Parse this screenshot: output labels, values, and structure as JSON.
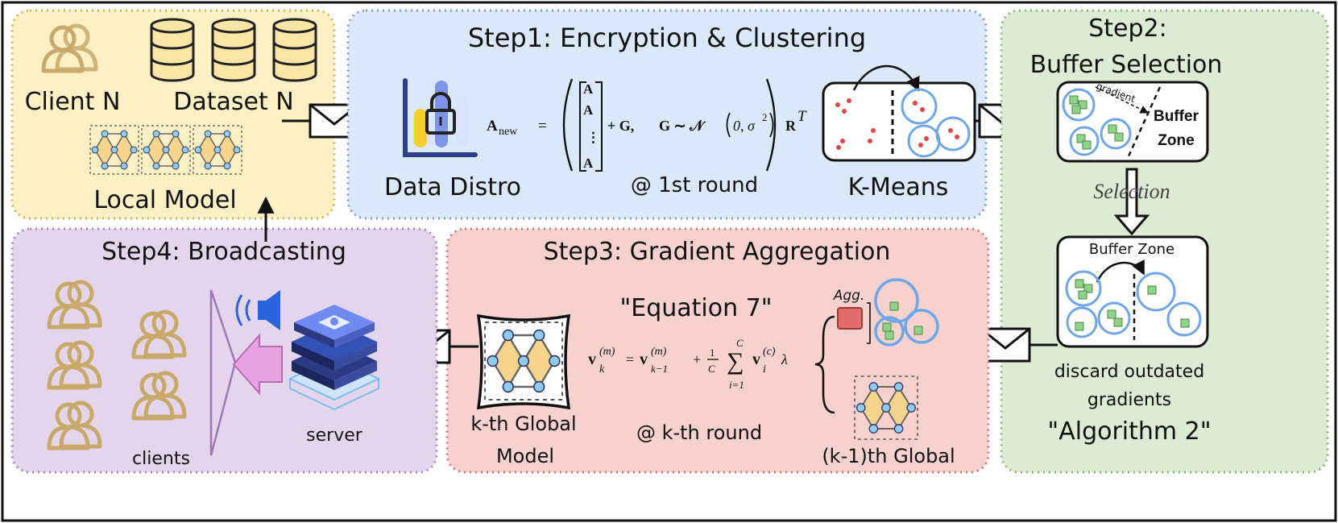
{
  "colors": {
    "client_panel": "#fdf0c4",
    "client_border": "#d9b24c",
    "step1_panel": "#dbe8fa",
    "step1_border": "#7c9fd6",
    "step2_panel": "#dcebd3",
    "step2_border": "#88b778",
    "step3_panel": "#f6d1ce",
    "step3_border": "#d07a74",
    "step4_panel": "#e3d6ec",
    "step4_border": "#a488bf",
    "person_gold": "#c8a96a",
    "cluster_blue": "#6ea6e8",
    "model_fill": "#f6d48c",
    "node_blue": "#8ecdf2"
  },
  "client": {
    "client_label": "Client N",
    "dataset_label": "Dataset N",
    "model_label": "Local Model"
  },
  "step1": {
    "title": "Step1: Encryption & Clustering",
    "data_label": "Data Distro",
    "round_label": "@ 1st round",
    "kmeans_label": "K-Means",
    "formula": {
      "lhs": "A",
      "lhs_sub": "new",
      "eq": "=",
      "matrix_rows": [
        "A",
        "A",
        "⋮",
        "A"
      ],
      "plus_g": "+ G,",
      "noise": "G ∼ 𝒩",
      "noise_args": "0, σ",
      "sq": "2",
      "rt": "R",
      "rt_sup": "T"
    }
  },
  "step2": {
    "title_line1": "Step2:",
    "title_line2": "Buffer Selection",
    "gradient_label": "gradient",
    "buffer_zone_line1": "Buffer",
    "buffer_zone_line2": "Zone",
    "selection_label": "Selection",
    "buffer_zone_title": "Buffer Zone",
    "discard_line1": "discard outdated",
    "discard_line2": "gradients",
    "algorithm_label": "\"Algorithm 2\""
  },
  "step3": {
    "title": "Step3: Gradient Aggregation",
    "equation_label": "\"Equation 7\"",
    "agg_label": "Agg.",
    "round_label": "@ k-th round",
    "model_line1": "k-th Global",
    "model_line2": "Model",
    "prev_model_label": "(k-1)th Global",
    "formula": {
      "v": "v",
      "k": "k",
      "m": "(m)",
      "eq": "=",
      "km1": "k−1",
      "plus": "+",
      "one": "1",
      "C": "C",
      "sum": "∑",
      "sum_top": "C",
      "sum_bottom": "i=1",
      "i": "i",
      "c": "(c)",
      "lambda": "λ"
    }
  },
  "step4": {
    "title": "Step4:  Broadcasting",
    "clients_label": "clients",
    "server_label": "server"
  }
}
